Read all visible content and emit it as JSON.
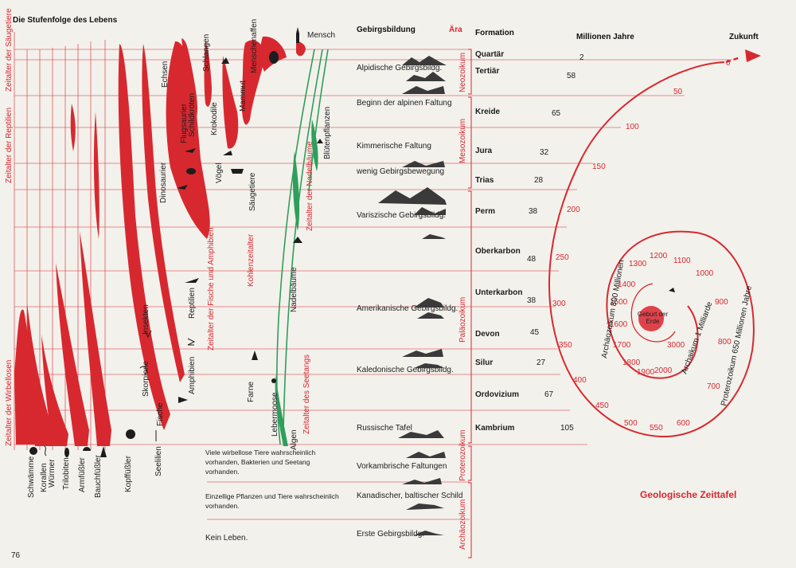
{
  "stufenfolge_title": "Die Stufenfolge des Lebens",
  "columns": {
    "gebirgsbildung": "Gebirgsbildung",
    "aera": "Ära",
    "formation": "Formation",
    "millionen": "Millionen Jahre",
    "zukunft": "Zukunft"
  },
  "organisms": [
    "Schwämme",
    "Korallen",
    "Würmer",
    "Trilobiten",
    "Armfüßler",
    "Bauchfüßler",
    "Kopffüßler",
    "Seelilien",
    "Fische",
    "Amphibien",
    "Reptilien",
    "Dinosaurier",
    "Flugsaurier",
    "Schildkröten",
    "Krokodile",
    "Echsen",
    "Schlangen",
    "Vögel",
    "Säugetiere",
    "Mammut",
    "Menschenaffen",
    "Mensch",
    "Insekten",
    "Skorpione",
    "Algen",
    "Lebermoose",
    "Farne",
    "Nadelbäume",
    "Blütenpflanzen"
  ],
  "ages": {
    "wirbellose": "Zeitalter der Wirbellosen",
    "fische": "Zeitalter der Fische und Amphibien",
    "kohlen": "Kohlenzeitalter",
    "reptilien": "Zeitalter der Reptilien",
    "saeuger": "Zeitalter der Säugetiere",
    "seetang": "Zeitalter des Seetangs",
    "nadelbaeume": "Zeitalter der Nadelbäume"
  },
  "orogenies": [
    "Alpidische Gebirgsbildg.",
    "Beginn der alpinen Faltung",
    "Kimmerische Faltung",
    "wenig Gebirgsbewegung",
    "Variszische Gebirgsbildg.",
    "Amerikanische Gebirgsbildg.",
    "Kaledonische Gebirgsbildg.",
    "Russische Tafel",
    "Vorkambrische Faltungen",
    "Kanadischer, baltischer Schild",
    "Erste Gebirgsbildg."
  ],
  "eras": [
    "Neozoikum",
    "Mesozoikum",
    "Paläozoikum",
    "Proterozoikum",
    "Archäozoikum"
  ],
  "formations": [
    {
      "name": "Quartär",
      "years": "2"
    },
    {
      "name": "Tertiär",
      "years": "58"
    },
    {
      "name": "Kreide",
      "years": "65"
    },
    {
      "name": "Jura",
      "years": "32"
    },
    {
      "name": "Trias",
      "years": "28"
    },
    {
      "name": "Perm",
      "years": "38"
    },
    {
      "name": "Oberkarbon",
      "years": "48"
    },
    {
      "name": "Unterkarbon",
      "years": "38"
    },
    {
      "name": "Devon",
      "years": "45"
    },
    {
      "name": "Silur",
      "years": "27"
    },
    {
      "name": "Ordovizium",
      "years": "67"
    },
    {
      "name": "Kambrium",
      "years": "105"
    }
  ],
  "notes": [
    "Viele wirbellose Tiere wahrscheinlich vorhanden, Bakterien und Seetang vorhanden.",
    "Einzellige Pflanzen und Tiere wahrscheinlich vorhanden.",
    "Kein Leben."
  ],
  "spiral": {
    "outer_ticks": [
      "0",
      "50",
      "100",
      "150",
      "200",
      "250",
      "300",
      "350",
      "400",
      "450",
      "500",
      "550",
      "600"
    ],
    "inner_ticks": [
      "700",
      "800",
      "900",
      "1000",
      "1100",
      "1200",
      "1300",
      "1400",
      "1500",
      "1600",
      "1700",
      "1800",
      "1900",
      "2000",
      "3000"
    ],
    "proterozoikum_label": "Proterozoikum 650 Millionen Jahre",
    "archaeozoikum_label": "Archäozoikum 800 Millionen",
    "archaikum_label": "Archaikum 1 Milliarde",
    "center": "Geburt der Erde"
  },
  "main_title": "Geologische Zeittafel",
  "page_number": "76",
  "colors": {
    "red": "#d8282f",
    "green": "#2f9e5b",
    "ink": "#1d1d1d",
    "paper": "#f3f1ec"
  }
}
